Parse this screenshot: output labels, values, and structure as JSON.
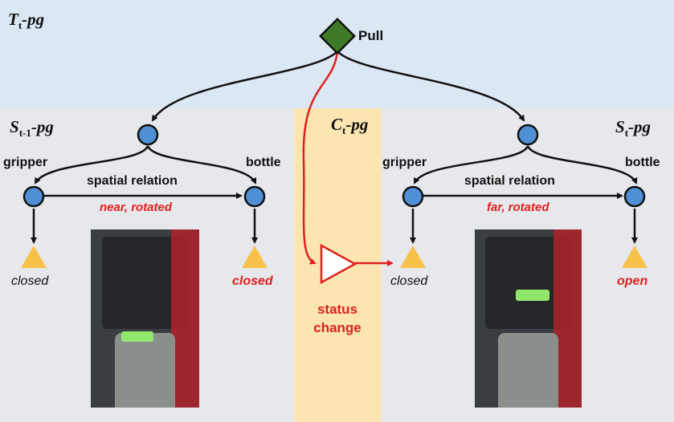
{
  "panels": {
    "task_graph": {
      "title": "T",
      "sub": "t",
      "suffix": "-pg"
    },
    "prev_state": {
      "title": "S",
      "sub": "t-1",
      "suffix": "-pg"
    },
    "change": {
      "title": "C",
      "sub": "t",
      "suffix": "-pg"
    },
    "cur_state": {
      "title": "S",
      "sub": "t",
      "suffix": "-pg"
    }
  },
  "root": {
    "label": "Pull",
    "color": "#3f7a28"
  },
  "left": {
    "gripper": "gripper",
    "bottle": "bottle",
    "relation": "spatial relation",
    "relation_value": "near, rotated",
    "gripper_state": "closed",
    "bottle_state": "closed"
  },
  "right": {
    "gripper": "gripper",
    "bottle": "bottle",
    "relation": "spatial relation",
    "relation_value": "far, rotated",
    "gripper_state": "closed",
    "bottle_state": "open"
  },
  "change": {
    "line1": "status",
    "line2": "change"
  },
  "colors": {
    "node": "#4f8fd6",
    "accent": "#e0201c",
    "triangle": "#f8c24a",
    "top_band": "#dbe8f4",
    "middle_band": "#fbe6b2"
  }
}
